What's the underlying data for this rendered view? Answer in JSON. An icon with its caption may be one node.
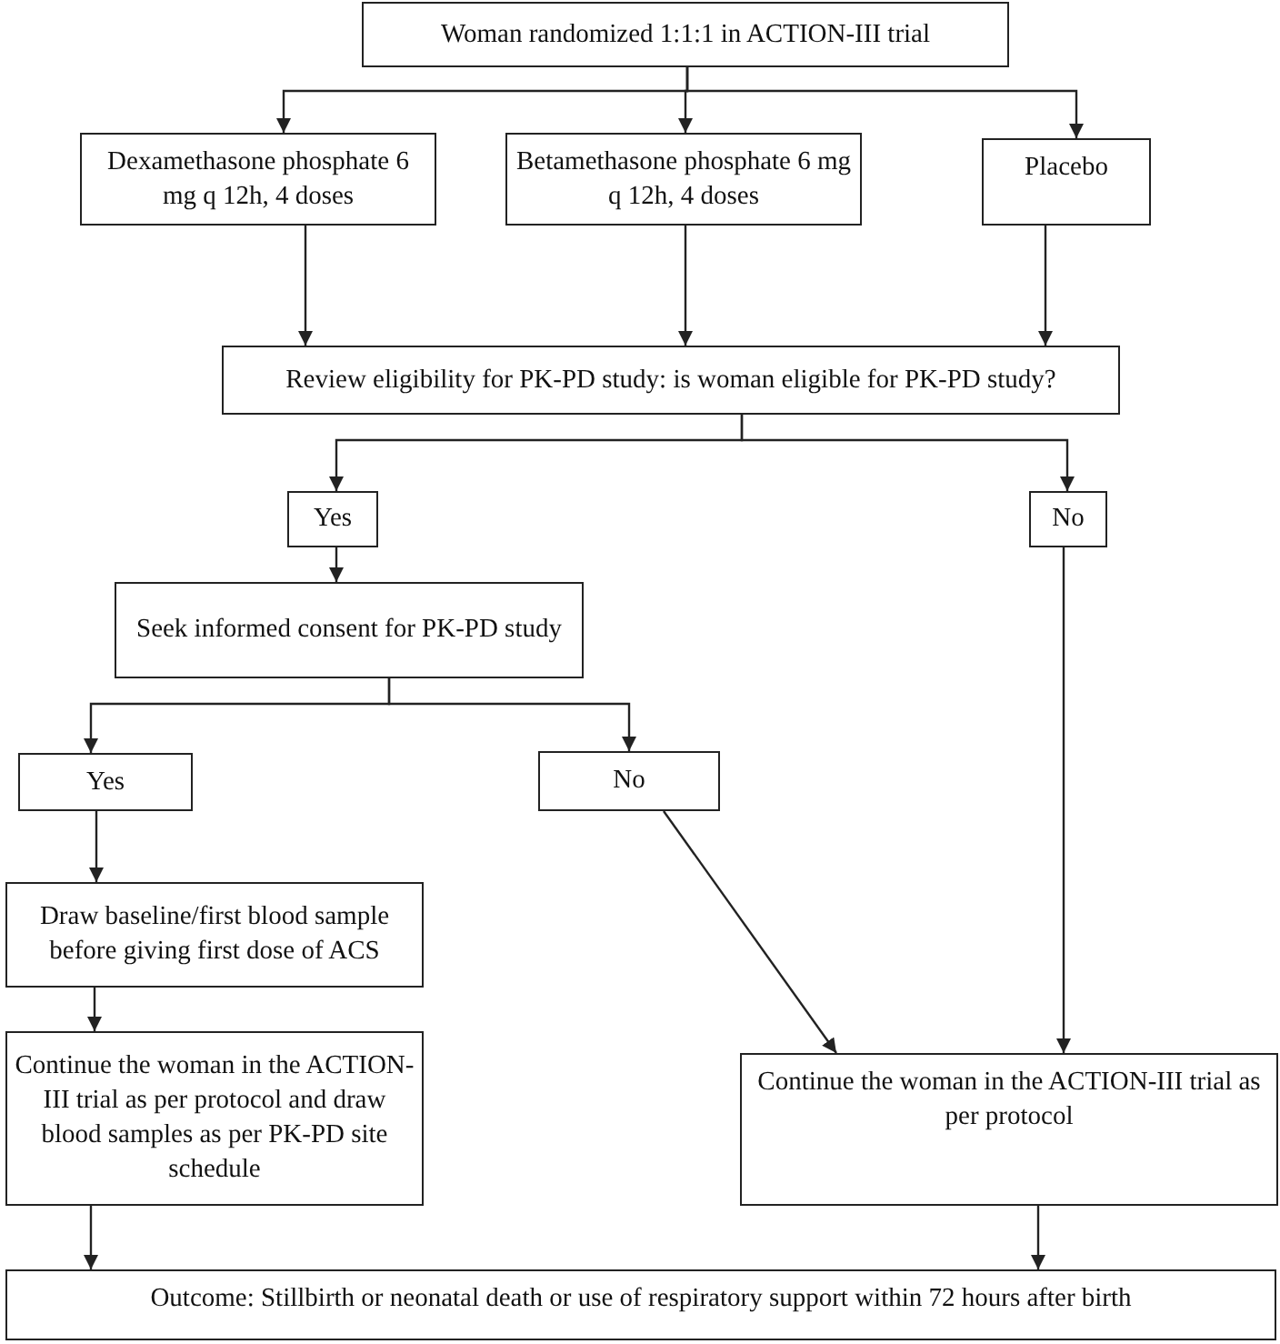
{
  "diagram": {
    "nodes": [
      {
        "text": [
          "Woman randomized 1:1:1 in ACTION-III trial"
        ]
      },
      {
        "text": [
          "Dexamethasone phosphate 6 mg q 12h, 4 doses"
        ]
      },
      {
        "text": [
          "Betamethasone phosphate 6 mg q 12h, 4 doses"
        ]
      },
      {
        "text": [
          "Placebo"
        ]
      },
      {
        "text": [
          "Review eligibility for PK-PD study: is woman eligible for PK-PD study?"
        ]
      },
      {
        "text": [
          "Yes"
        ]
      },
      {
        "text": [
          "No"
        ]
      },
      {
        "text": [
          "Seek informed consent for PK-PD study"
        ]
      },
      {
        "text": [
          "Yes"
        ]
      },
      {
        "text": [
          "No"
        ]
      },
      {
        "text": [
          "Draw baseline/first blood sample before giving first dose of ACS"
        ]
      },
      {
        "text": [
          "Continue the woman in the ACTION-III trial as per protocol and draw blood samples as per PK-PD site schedule"
        ]
      },
      {
        "text": [
          "Continue the woman in the ACTION-III trial as per protocol"
        ]
      },
      {
        "text": [
          "Outcome: Stillbirth or neonatal death or use of respiratory support within 72 hours after birth"
        ]
      }
    ],
    "edges": [
      {
        "from": 0,
        "to": 1,
        "arrow": "to"
      },
      {
        "from": 0,
        "to": 2,
        "arrow": "to"
      },
      {
        "from": 0,
        "to": 3,
        "arrow": "to"
      },
      {
        "from": 1,
        "to": 4,
        "arrow": "to"
      },
      {
        "from": 2,
        "to": 4,
        "arrow": "to"
      },
      {
        "from": 3,
        "to": 4,
        "arrow": "to"
      },
      {
        "from": 4,
        "to": 5,
        "arrow": "to"
      },
      {
        "from": 4,
        "to": 6,
        "arrow": "to"
      },
      {
        "from": 5,
        "to": 7,
        "arrow": "to"
      },
      {
        "from": 7,
        "to": 8,
        "arrow": "to"
      },
      {
        "from": 7,
        "to": 9,
        "arrow": "to"
      },
      {
        "from": 8,
        "to": 10,
        "arrow": "to"
      },
      {
        "from": 9,
        "to": 12,
        "arrow": "to"
      },
      {
        "from": 6,
        "to": 12,
        "arrow": "to"
      },
      {
        "from": 10,
        "to": 11,
        "arrow": "to"
      },
      {
        "from": 11,
        "to": 13,
        "arrow": "to"
      },
      {
        "from": 12,
        "to": 13,
        "arrow": "to"
      }
    ]
  }
}
